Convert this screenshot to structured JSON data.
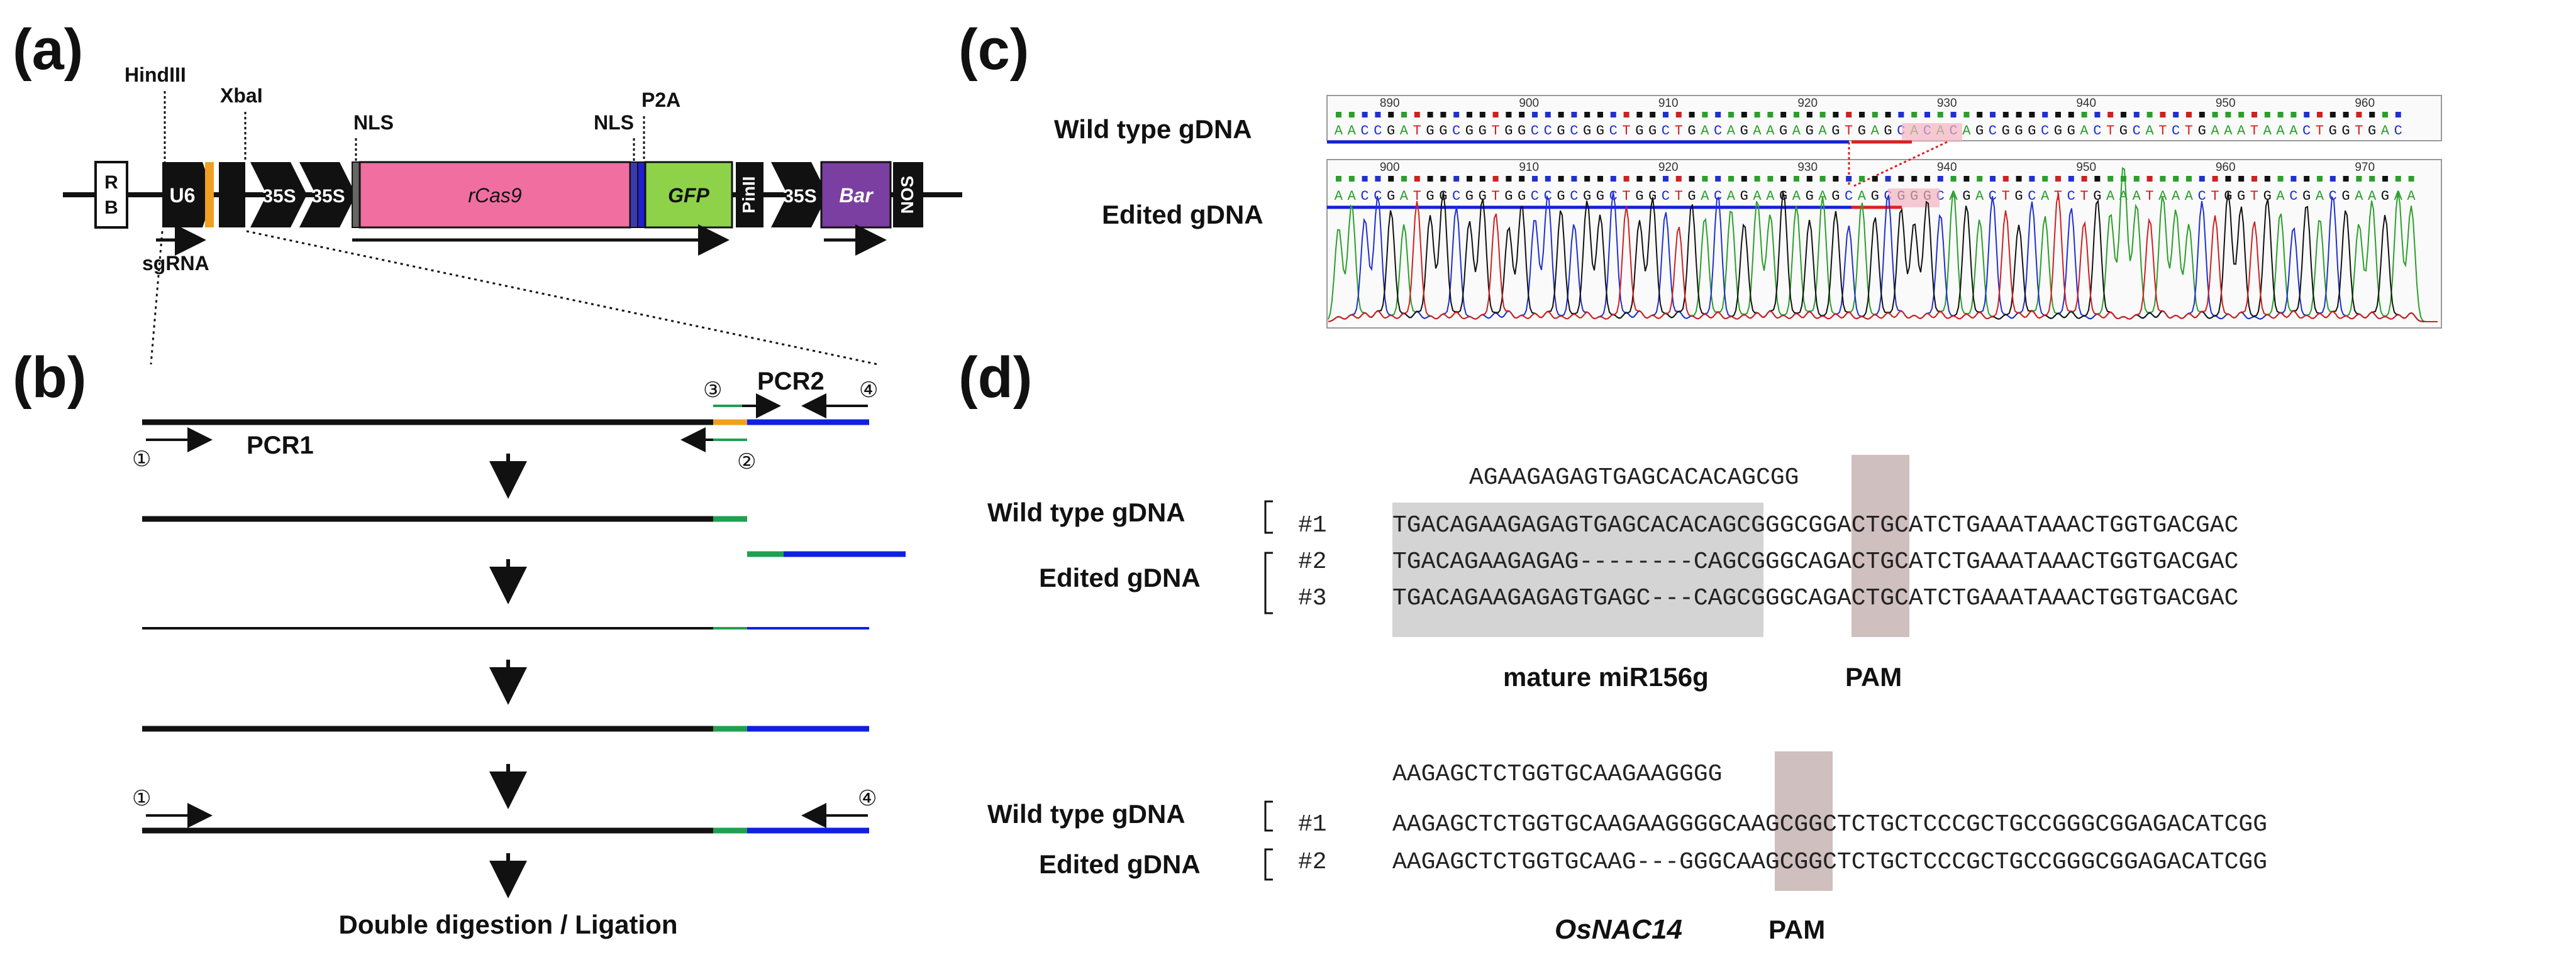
{
  "panels": {
    "a": "(a)",
    "b": "(b)",
    "c": "(c)",
    "d": "(d)"
  },
  "construct": {
    "rb": [
      "R",
      "B"
    ],
    "u6": "U6",
    "p35s_1": "35S",
    "p35s_2": "35S",
    "rcas9": "rCas9",
    "gfp": "GFP",
    "pinii": "PinII",
    "p35s_3": "35S",
    "bar": "Bar",
    "nos": "NOS",
    "hindiii": "HindIII",
    "xbai": "XbaI",
    "nls1": "NLS",
    "nls2": "NLS",
    "p2a": "P2A",
    "sgrna": "sgRNA"
  },
  "pcr": {
    "pcr1": "PCR1",
    "pcr2": "PCR2",
    "primer1": "①",
    "primer2": "②",
    "primer3": "③",
    "primer4": "④",
    "final_step": "Double digestion / Ligation"
  },
  "chromatogram": {
    "wt_label": "Wild type gDNA",
    "ed_label": "Edited gDNA",
    "wt_seq": "AACCGATGGCGGTGGCCGCGGCTGGCTGACAGAAGAGAGTGAGCACACAGCGGGCGGACTGCATCTGAAATAAACTGGTGAC",
    "ed_seq": "AACCGATGGCGGTGGCCGCGGCTGGCTGACAGAAGAGAGCAGCGGGCAGACTGCATCTGAAATAAACTGGTGACGACGAAGAA",
    "wt_ticks": [
      "890",
      "900",
      "910",
      "920",
      "930",
      "940",
      "950",
      "960"
    ],
    "ed_ticks": [
      "900",
      "910",
      "920",
      "930",
      "940",
      "950",
      "960",
      "970"
    ]
  },
  "alignment1": {
    "sgrna_seq": "AGAAGAGAGTGAGCACACAGCGG",
    "wt_label": "Wild type gDNA",
    "ed_label": "Edited gDNA",
    "rows": [
      {
        "id": "#1",
        "seq": "TGACAGAAGAGAGTGAGCACACAGCGGGCGGACTGCATCTGAAATAAACTGGTGACGAC"
      },
      {
        "id": "#2",
        "seq": "TGACAGAAGAGAG--------CAGCGGGCAGACTGCATCTGAAATAAACTGGTGACGAC"
      },
      {
        "id": "#3",
        "seq": "TGACAGAAGAGAGTGAGC---CAGCGGGCAGACTGCATCTGAAATAAACTGGTGACGAC"
      }
    ],
    "mature_label": "mature miR156g",
    "pam_label": "PAM"
  },
  "alignment2": {
    "sgrna_seq": "AAGAGCTCTGGTGCAAGAAGGGG",
    "wt_label": "Wild type gDNA",
    "ed_label": "Edited gDNA",
    "rows": [
      {
        "id": "#1",
        "seq": "AAGAGCTCTGGTGCAAGAAGGGGCAAGCGGCTCTGCTCCCGCTGCCGGGCGGAGACATCGG"
      },
      {
        "id": "#2",
        "seq": "AAGAGCTCTGGTGCAAG---GGGCAAGCGGCTCTGCTCCCGCTGCCGGGCGGAGACATCGG"
      }
    ],
    "gene_label": "OsNAC14",
    "pam_label": "PAM"
  },
  "colors": {
    "rcas9": "#f06ea0",
    "gfp": "#8ed24a",
    "bar": "#7a3fa0",
    "sgrna_box": "#f0a020",
    "nls": "#3a3ab0",
    "pcr_green": "#20a050",
    "pcr_orange": "#f0a020",
    "pcr_blue": "#1020e0",
    "mirna_shade": "#d4d4d4",
    "pam_shade": "#c8b4b4"
  }
}
